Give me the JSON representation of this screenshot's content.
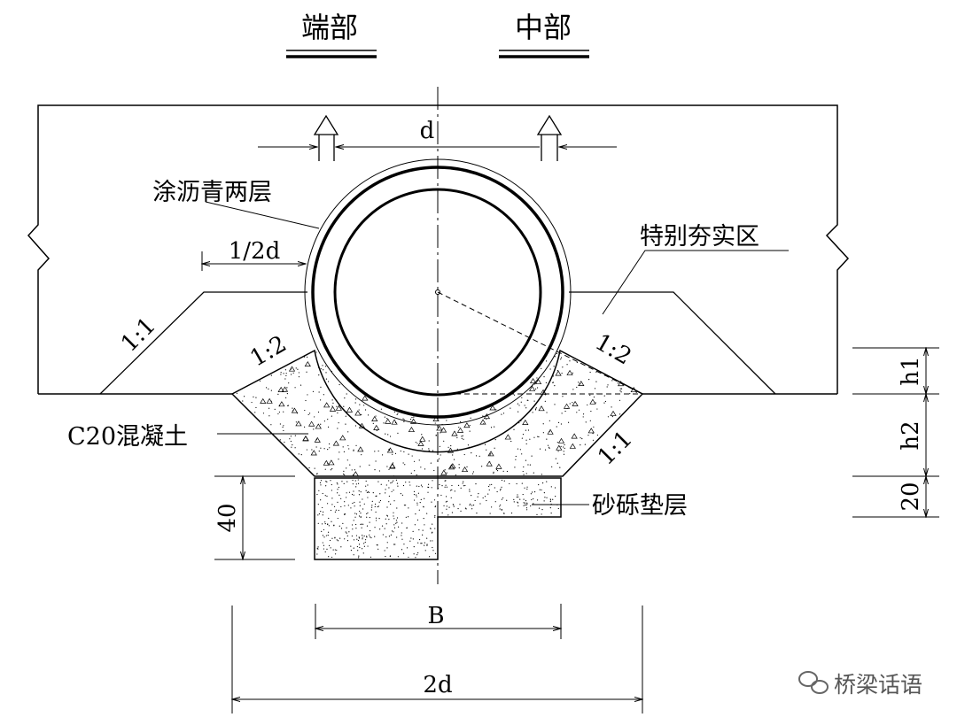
{
  "titles": {
    "end": "端部",
    "middle": "中部"
  },
  "labels": {
    "asphalt": "涂沥青两层",
    "compaction": "特别夯实区",
    "concrete": "C20混凝土",
    "gravel": "砂砾垫层"
  },
  "dimensions": {
    "d": "d",
    "half_d": "1/2d",
    "b": "B",
    "two_d": "2d",
    "h1": "h1",
    "h2": "h2",
    "twenty": "20",
    "forty": "40"
  },
  "slopes": {
    "left_outer": "1:1",
    "left_inner": "1:2",
    "right_inner": "1:2",
    "right_lower": "1:1"
  },
  "watermark": {
    "text": "桥梁话语"
  }
}
